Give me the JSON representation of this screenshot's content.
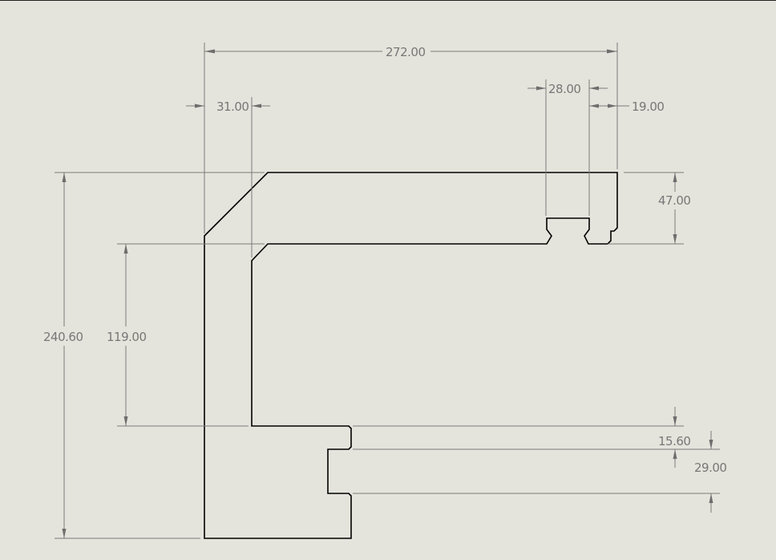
{
  "drawing": {
    "dimensions": {
      "overall_width": "272.00",
      "left_leg_width": "31.00",
      "slot_width": "28.00",
      "right_offset": "19.00",
      "top_thickness": "47.00",
      "overall_height": "240.60",
      "inner_height": "119.00",
      "step_height": "15.60",
      "groove_height": "29.00"
    }
  }
}
